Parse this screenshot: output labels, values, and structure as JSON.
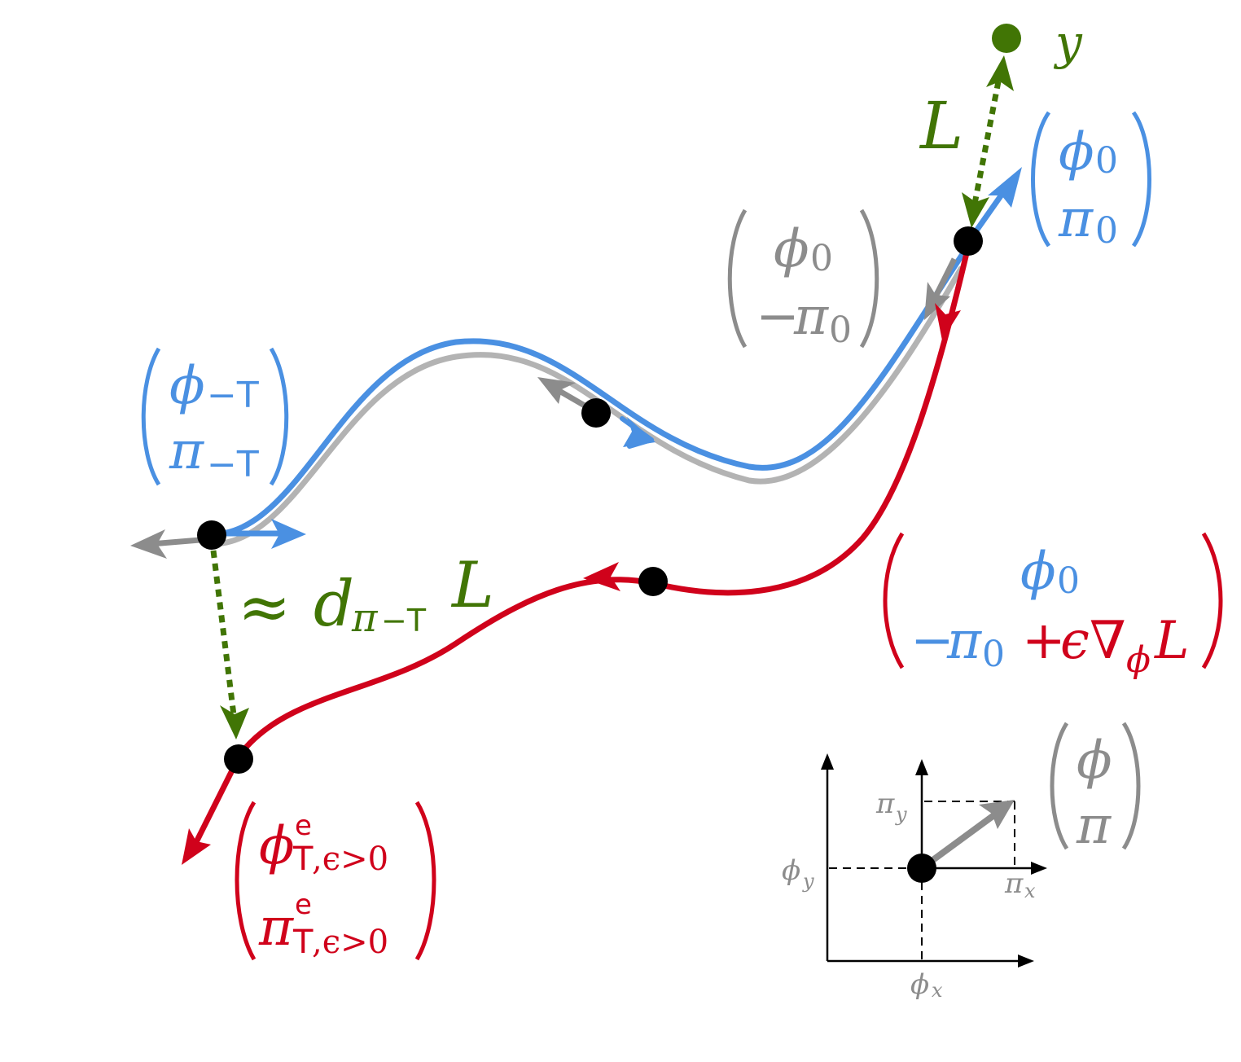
{
  "colors": {
    "blue": "#4a90e2",
    "gray": "#8c8c8c",
    "light_gray": "#b3b3b3",
    "red": "#d0021b",
    "green": "#417505",
    "black": "#000000"
  },
  "labels": {
    "y": "y",
    "L": "L",
    "approx": "≈",
    "d": "d",
    "pi": "π",
    "phi": "ϕ",
    "minus": "−",
    "sub_0": "0",
    "sub_minus_T": "−T",
    "sub_T": "T",
    "sup_e": "e",
    "sub_eps": ",ϵ>0",
    "plus": "+",
    "eps": "ϵ",
    "nabla": "∇",
    "x": "x"
  },
  "icons": {
    "target_point": "target-dot",
    "state_point": "state-dot"
  }
}
